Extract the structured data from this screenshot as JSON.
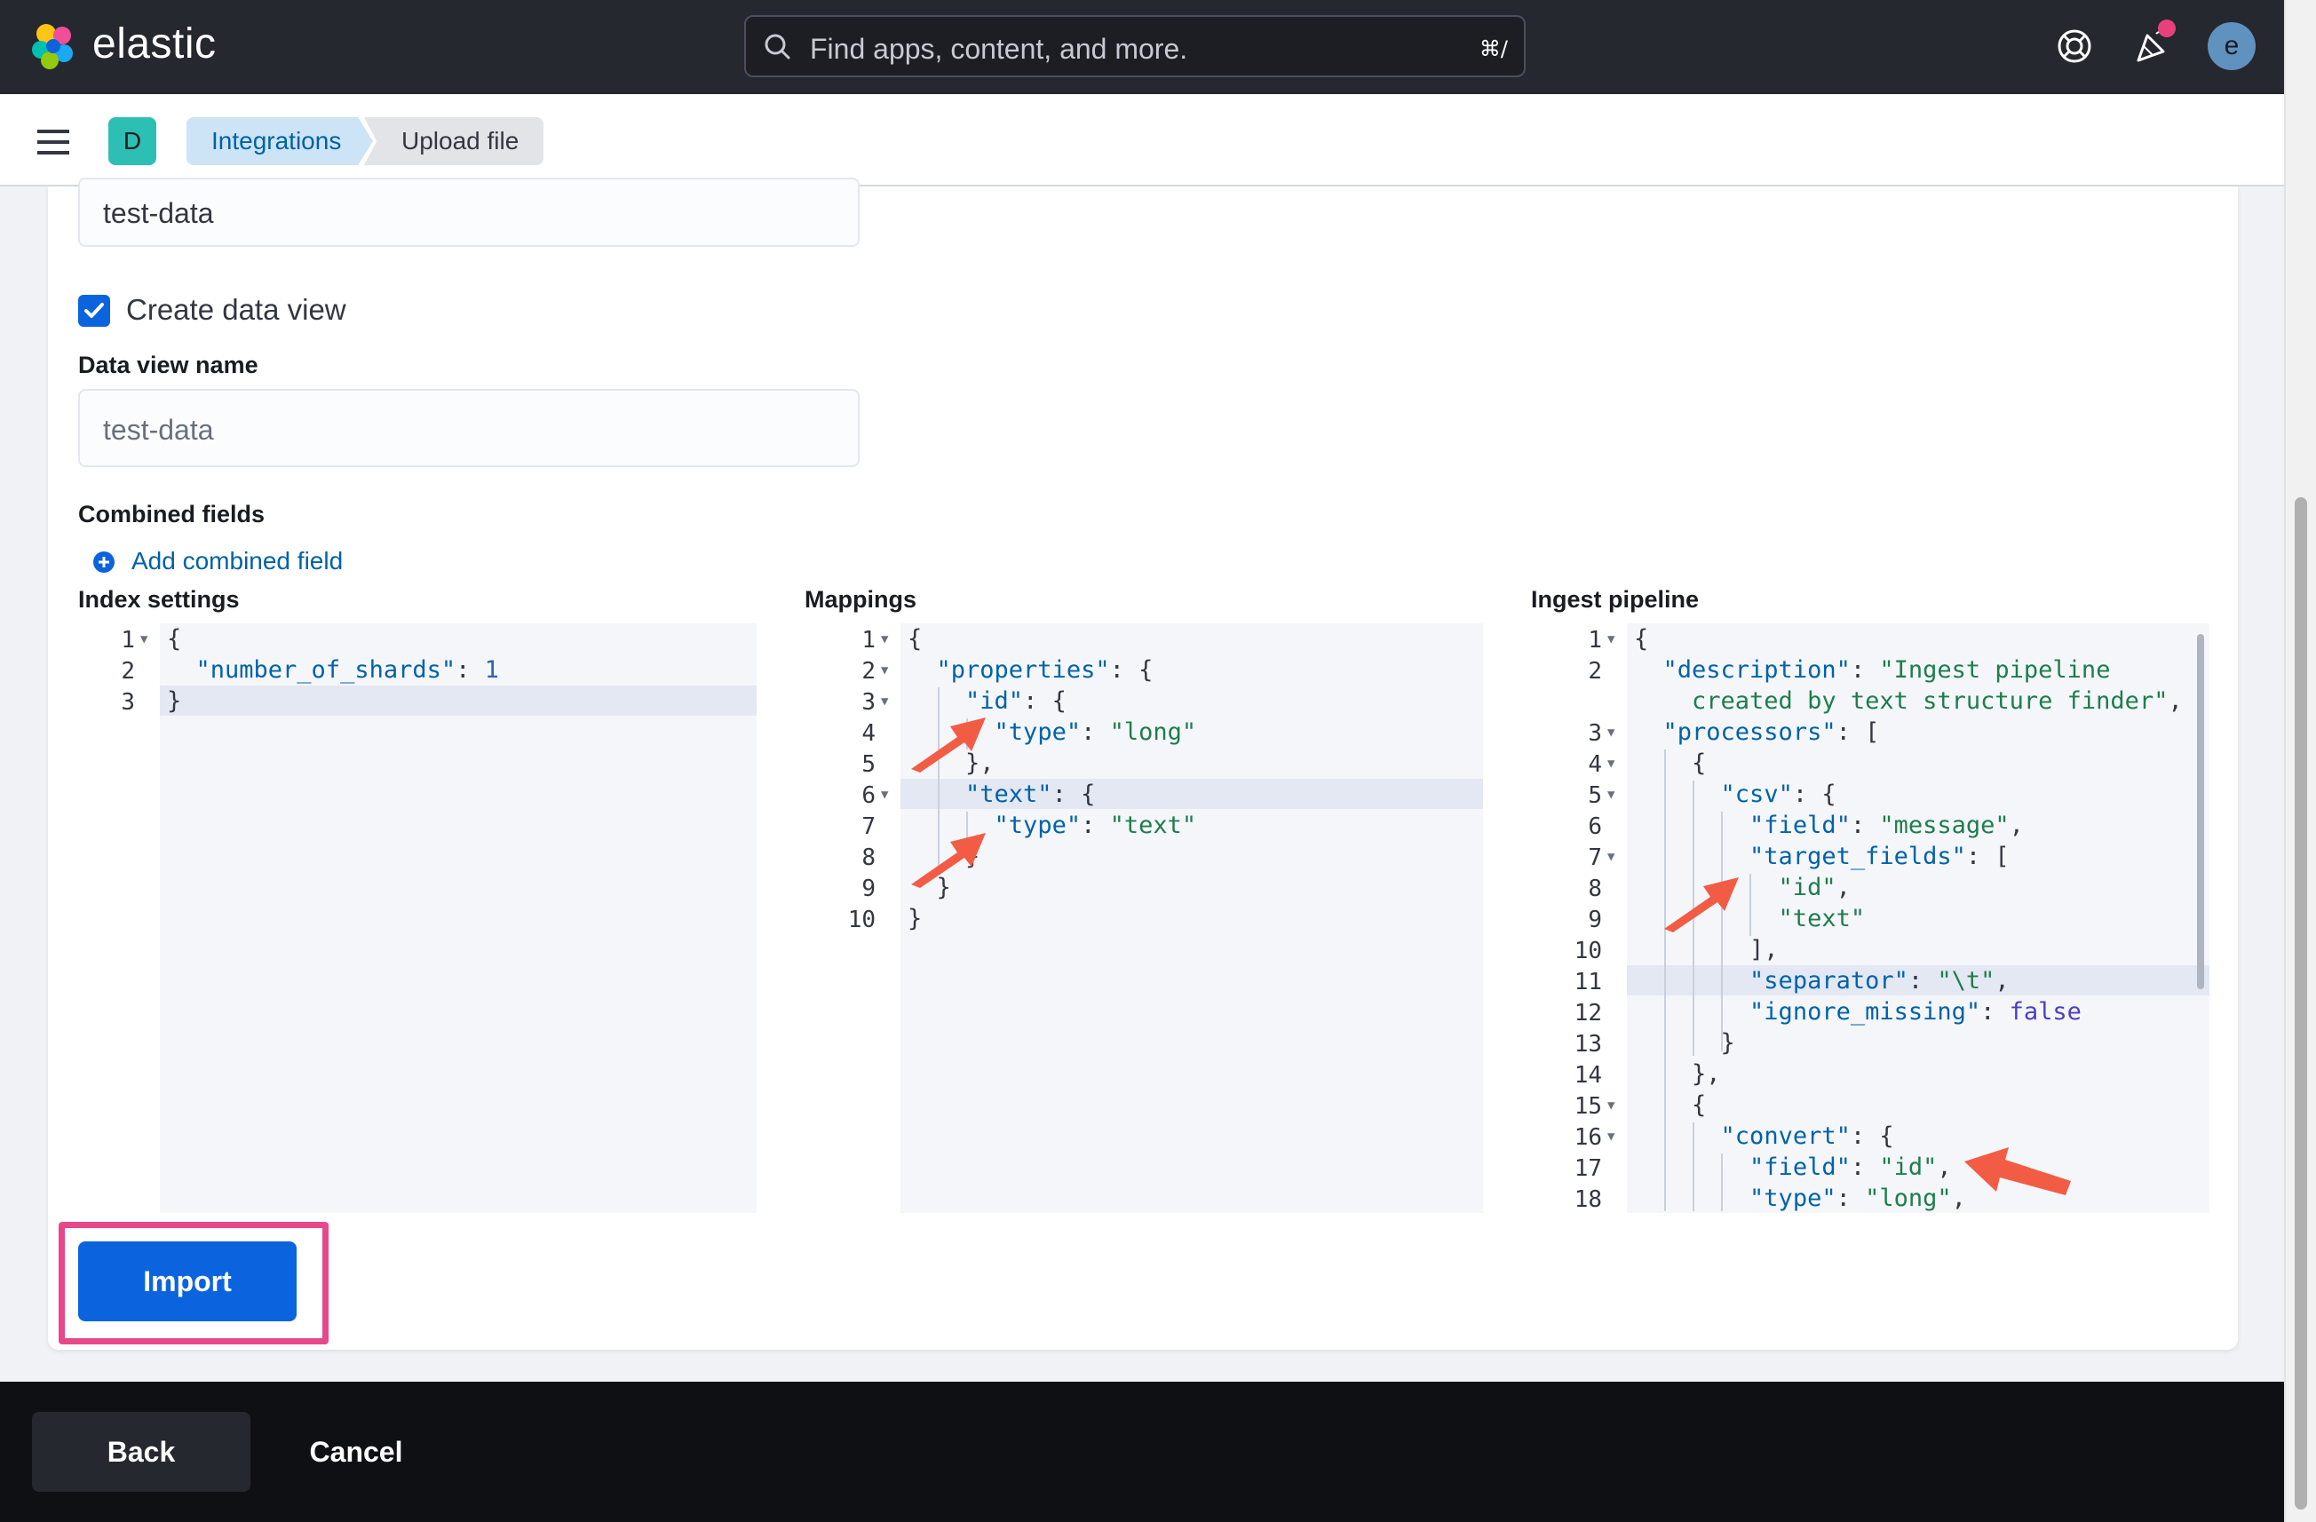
{
  "header": {
    "brand": "elastic",
    "search_placeholder": "Find apps, content, and more.",
    "search_shortcut": "⌘/",
    "avatar_initial": "e"
  },
  "breadcrumbs": {
    "space_badge": "D",
    "items": [
      "Integrations",
      "Upload file"
    ]
  },
  "form": {
    "index_name_value": "test-data",
    "create_data_view_label": "Create data view",
    "create_data_view_checked": true,
    "data_view_name_label": "Data view name",
    "data_view_name_placeholder": "test-data",
    "combined_fields_label": "Combined fields",
    "add_combined_field_label": "Add combined field"
  },
  "editors": {
    "index_settings": {
      "title": "Index settings",
      "lines": [
        "{",
        "  \"number_of_shards\": 1",
        "}"
      ]
    },
    "mappings": {
      "title": "Mappings",
      "lines": [
        "{",
        "  \"properties\": {",
        "    \"id\": {",
        "      \"type\": \"long\"",
        "    },",
        "    \"text\": {",
        "      \"type\": \"text\"",
        "    }",
        "  }",
        "}"
      ]
    },
    "ingest_pipeline": {
      "title": "Ingest pipeline",
      "lines": [
        "{",
        "  \"description\": \"Ingest pipeline",
        "    created by text structure finder\",",
        "  \"processors\": [",
        "    {",
        "      \"csv\": {",
        "        \"field\": \"message\",",
        "        \"target_fields\": [",
        "          \"id\",",
        "          \"text\"",
        "        ],",
        "        \"separator\": \"\\t\",",
        "        \"ignore_missing\": false",
        "      }",
        "    },",
        "    {",
        "      \"convert\": {",
        "        \"field\": \"id\",",
        "        \"type\": \"long\","
      ]
    }
  },
  "actions": {
    "import_label": "Import",
    "back_label": "Back",
    "cancel_label": "Cancel"
  },
  "colors": {
    "primary": "#0b64dd",
    "highlight_frame": "#e8488a",
    "annotation_arrow": "#f25c45"
  }
}
